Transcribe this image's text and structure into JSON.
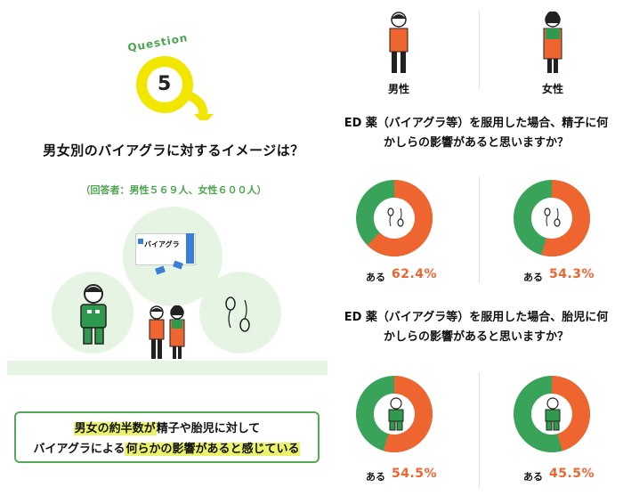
{
  "badge": {
    "word": "Question",
    "number": "5"
  },
  "left": {
    "title": "男女別のバイアグラに対するイメージは？",
    "respondents": "（回答者：男性５６９人、女性６００人）",
    "pill_label": "バイアグラ",
    "summary": {
      "line1_highlight": "男女の約半数が",
      "line1_rest": "精子や胎児に対して",
      "line2_start": "バイアグラによる",
      "line2_highlight": "何らかの影響があると感じている"
    }
  },
  "right": {
    "male_label": "男性",
    "female_label": "女性",
    "q1": "ED 薬（バイアグラ等）を服用した場合、精子に何かしらの影響があると思いますか？",
    "q2": "ED 薬（バイアグラ等）を服用した場合、胎児に何かしらの影響があると思いますか？",
    "aru": "ある",
    "q1_male": "62.4%",
    "q1_female": "54.3%",
    "q2_male": "54.5%",
    "q2_female": "45.5%"
  },
  "colors": {
    "green": "#3aa35a",
    "orange": "#ef6530",
    "yellow": "#f2e600",
    "light_green": "#e6f5e3"
  },
  "chart_data": {
    "type": "pie",
    "charts": [
      {
        "question": "精子",
        "group": "男性",
        "aru": 62.4
      },
      {
        "question": "精子",
        "group": "女性",
        "aru": 54.3
      },
      {
        "question": "胎児",
        "group": "男性",
        "aru": 54.5
      },
      {
        "question": "胎児",
        "group": "女性",
        "aru": 45.5
      }
    ]
  }
}
